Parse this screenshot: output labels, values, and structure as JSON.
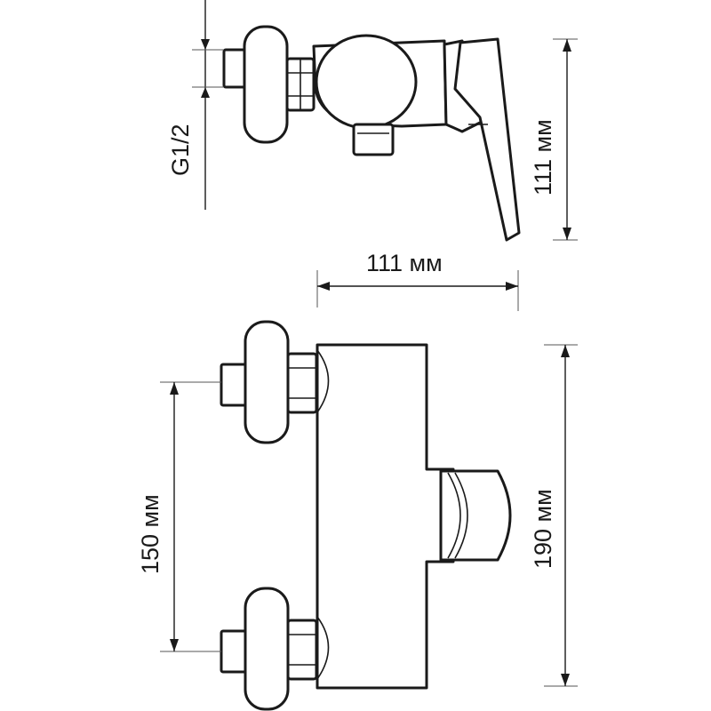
{
  "labels": {
    "thread": "G1/2",
    "height_side": "111 мм",
    "depth": "111 мм",
    "spacing": "150 мм",
    "height_front": "190 мм"
  }
}
